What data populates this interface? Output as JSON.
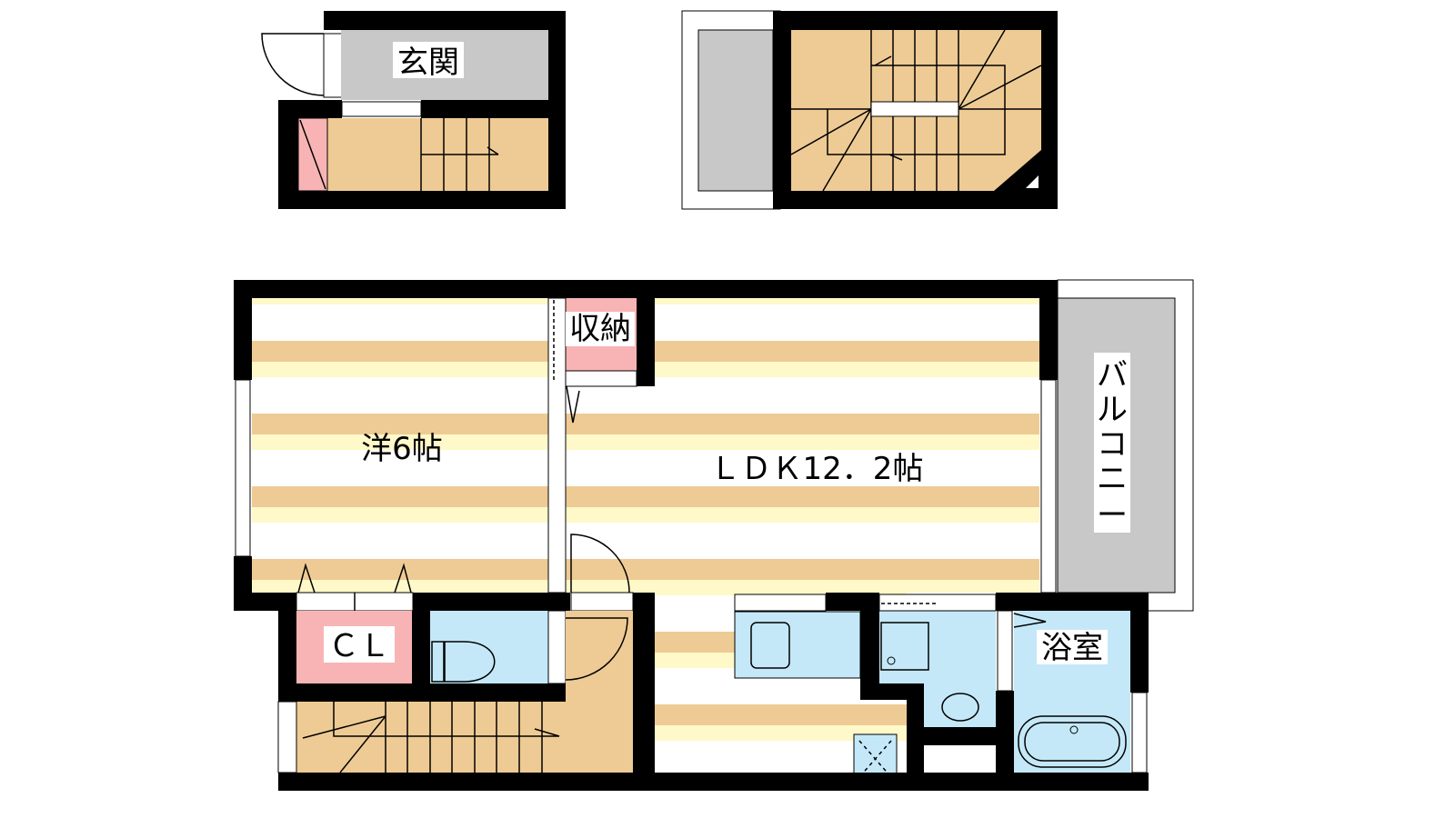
{
  "colors": {
    "wall": "#000000",
    "floor_tan": "#eecb94",
    "floor_cream": "#fff8c8",
    "wet_blue": "#c4e8f8",
    "storage_pink": "#f8b4b4",
    "outdoor_gray": "#c8c8c8"
  },
  "rooms": {
    "entrance": "玄関",
    "storage": "収納",
    "western_room": "洋6帖",
    "ldk": "ＬＤＫ12．2帖",
    "balcony": [
      "バ",
      "ル",
      "コ",
      "ニ",
      "ー"
    ],
    "closet": "ＣＬ",
    "bath": "浴室"
  }
}
